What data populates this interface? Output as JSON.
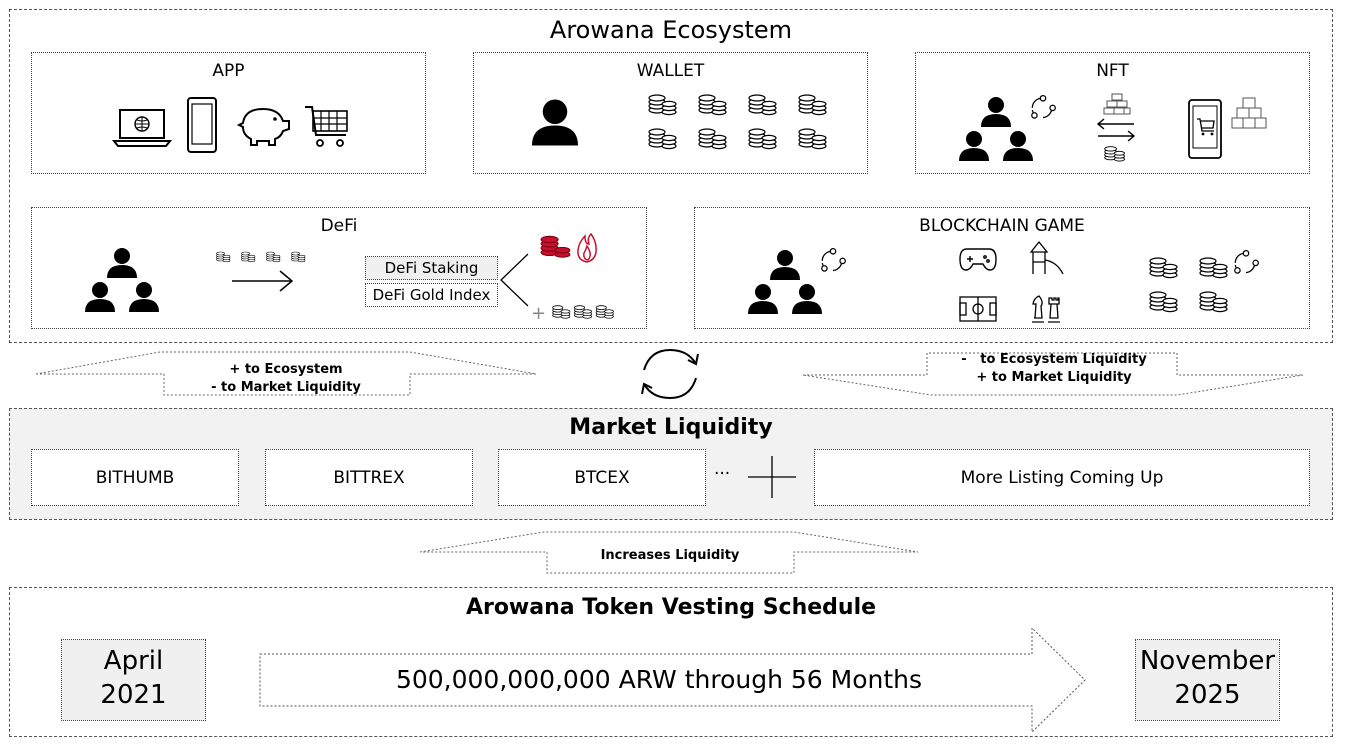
{
  "ecosystem": {
    "title": "Arowana Ecosystem",
    "app": {
      "title": "APP",
      "icons": [
        "laptop-globe-icon",
        "smartphone-icon",
        "piggy-bank-icon",
        "shopping-cart-icon"
      ]
    },
    "wallet": {
      "title": "WALLET",
      "icons": [
        "user-icon",
        "coin-stack-icon"
      ]
    },
    "nft": {
      "title": "NFT",
      "icons": [
        "group-icon",
        "cycle-icon",
        "gold-bars-icon",
        "exchange-arrows-icon",
        "coin-stack-icon",
        "phone-cart-icon",
        "boxes-icon"
      ]
    },
    "defi": {
      "title": "DeFi",
      "staking": "DeFi Staking",
      "gold_index": "DeFi Gold Index",
      "plus": "+",
      "icons": [
        "group-icon",
        "coin-stack-icon",
        "arrow-right-icon",
        "fire-icon"
      ]
    },
    "game": {
      "title": "BLOCKCHAIN GAME",
      "icons": [
        "group-icon",
        "cycle-icon",
        "gamepad-icon",
        "playground-icon",
        "football-field-icon",
        "chess-icon",
        "coin-stack-icon"
      ]
    }
  },
  "flows": {
    "left_line1": "+ to Ecosystem",
    "left_line2": "- to Market Liquidity",
    "right_line1": "-   to Ecosystem Liquidity",
    "right_line2": "+ to Market Liquidity",
    "bottom": "Increases Liquidity"
  },
  "market": {
    "title": "Market Liquidity",
    "exchanges": [
      "BITHUMB",
      "BITTREX",
      "BTCEX"
    ],
    "ellipsis": "···",
    "more": "More Listing Coming Up"
  },
  "vesting": {
    "title": "Arowana Token Vesting Schedule",
    "start_month": "April",
    "start_year": "2021",
    "amount": "500,000,000,000 ARW through 56 Months",
    "end_month": "November",
    "end_year": "2025"
  },
  "colors": {
    "coin_red": "#c8102e",
    "panel_gray": "#f2f2f2",
    "box_gray": "#f0f0f0"
  }
}
